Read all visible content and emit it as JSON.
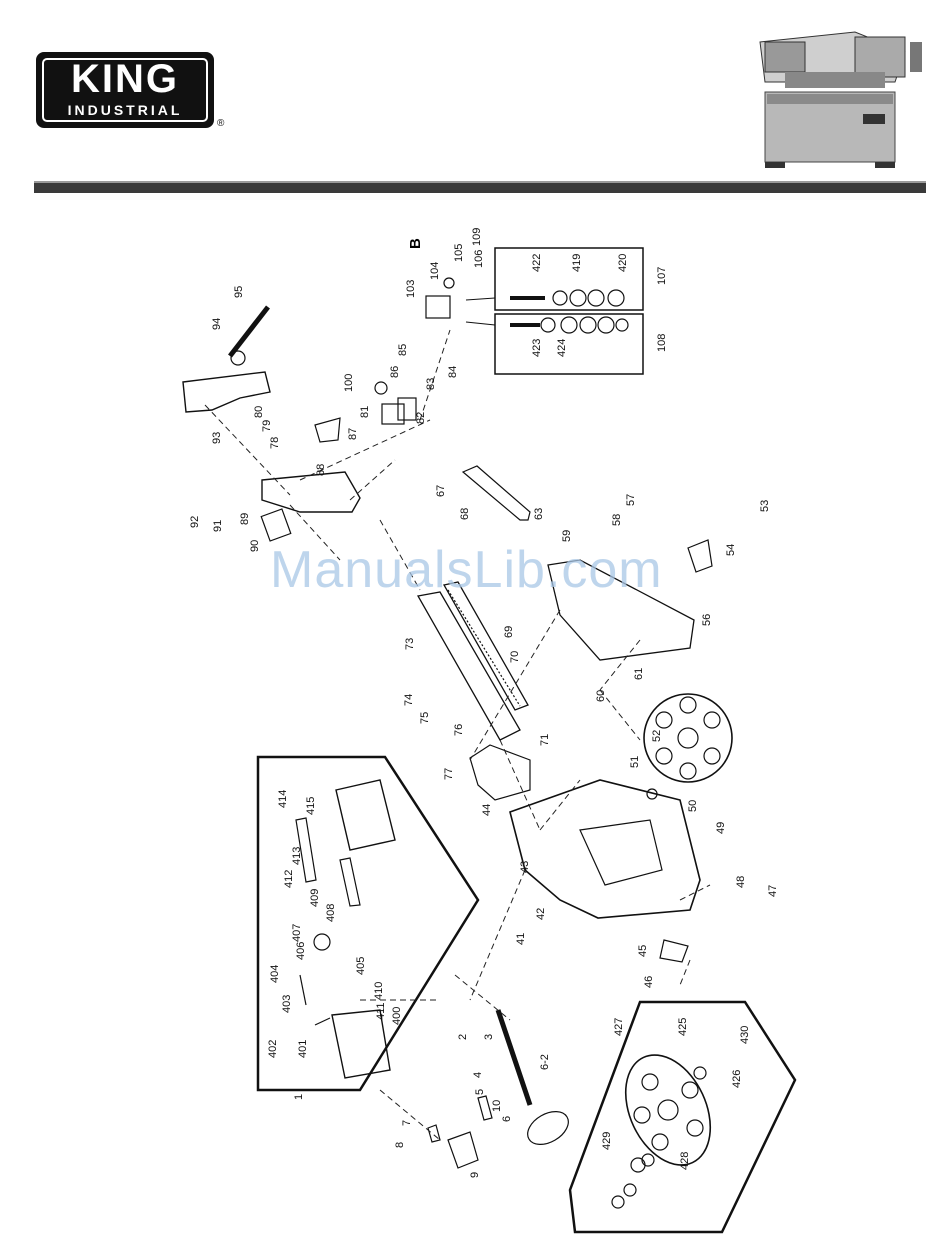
{
  "brand": {
    "name": "KING",
    "sub": "INDUSTRIAL",
    "reg": "®"
  },
  "watermark": "ManualsLib.com",
  "diagram": {
    "callout_b": "B",
    "labels": [
      "1",
      "2",
      "3",
      "4",
      "5",
      "6",
      "6-2",
      "7",
      "8",
      "9",
      "10",
      "41",
      "42",
      "43",
      "44",
      "45",
      "46",
      "47",
      "48",
      "49",
      "50",
      "51",
      "52",
      "53",
      "54",
      "56",
      "57",
      "58",
      "59",
      "60",
      "61",
      "63",
      "67",
      "68",
      "69",
      "70",
      "71",
      "73",
      "74",
      "75",
      "76",
      "77",
      "78",
      "79",
      "80",
      "81",
      "82",
      "83",
      "84",
      "85",
      "86",
      "87",
      "88",
      "89",
      "90",
      "91",
      "92",
      "93",
      "94",
      "95",
      "100",
      "103",
      "104",
      "105",
      "106",
      "107",
      "108",
      "109",
      "400",
      "401",
      "402",
      "403",
      "404",
      "405",
      "406",
      "407",
      "408",
      "409",
      "410",
      "411",
      "412",
      "413",
      "414",
      "415",
      "419",
      "420",
      "422",
      "423",
      "424",
      "425",
      "426",
      "427",
      "428",
      "429",
      "430"
    ]
  }
}
